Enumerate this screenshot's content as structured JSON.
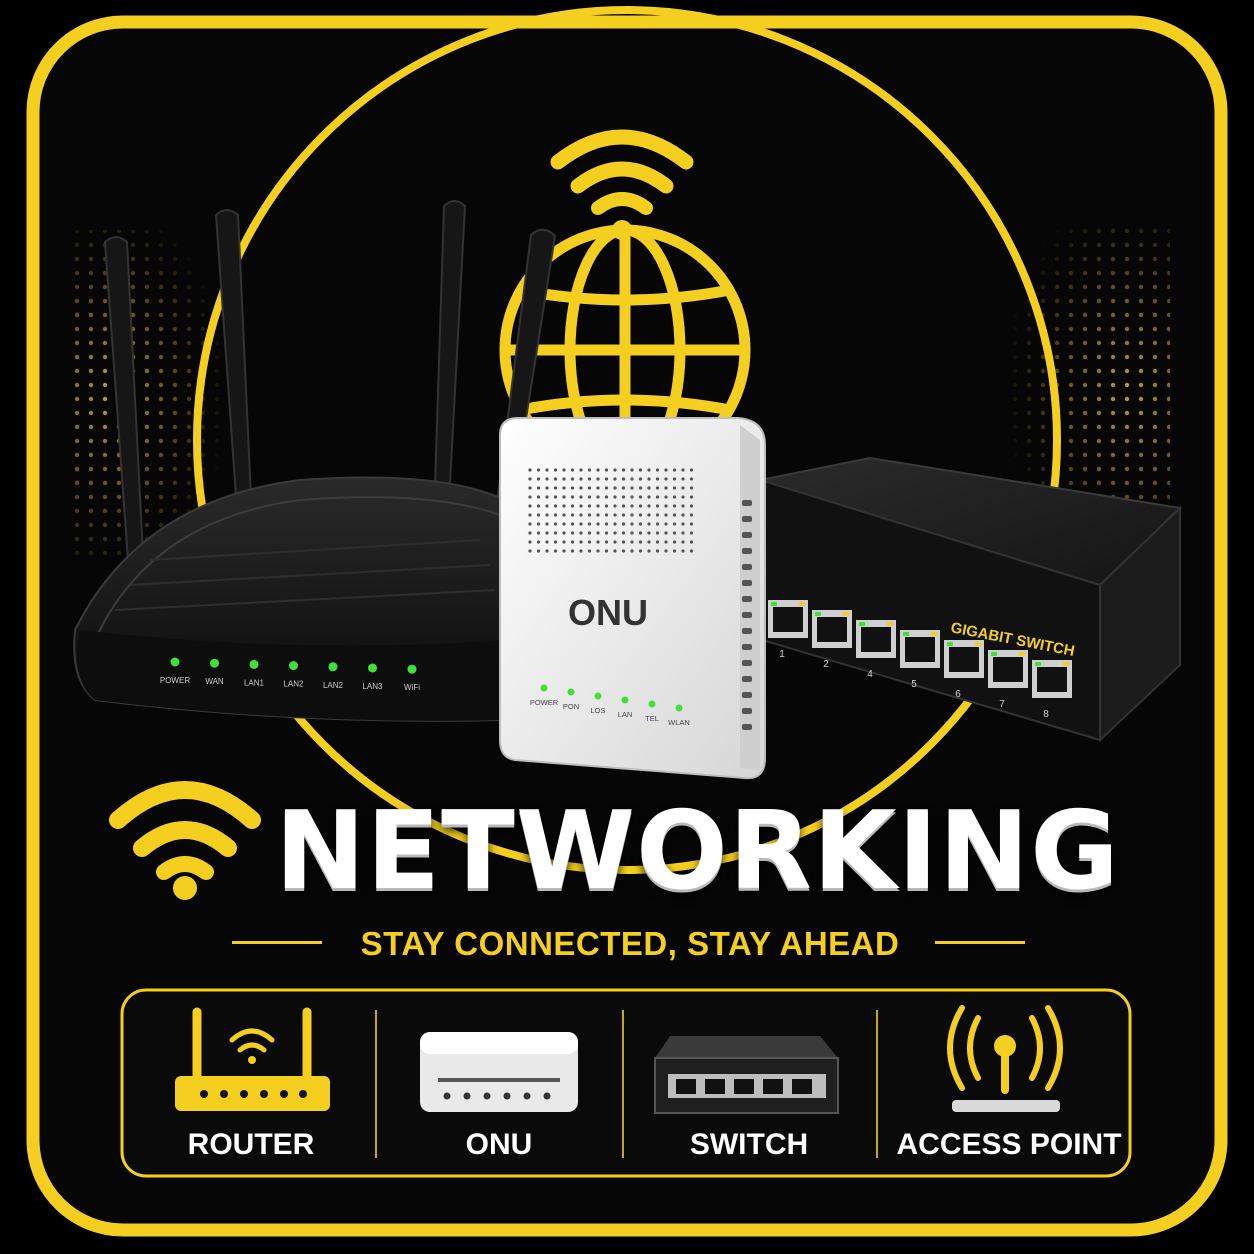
{
  "colors": {
    "accent": "#f5cf1f",
    "background": "#050505",
    "text": "#ffffff"
  },
  "headline": "NETWORKING",
  "tagline": "STAY CONNECTED, STAY AHEAD",
  "router": {
    "leds": [
      "POWER",
      "WAN",
      "LAN1",
      "LAN2",
      "LAN2",
      "LAN3",
      "WiFi"
    ]
  },
  "onu": {
    "label": "ONU",
    "leds": [
      "POWER",
      "PON",
      "LOS",
      "LAN",
      "TEL",
      "WLAN"
    ]
  },
  "switch": {
    "label": "GIGABIT SWITCH",
    "ports": [
      "1",
      "2",
      "4",
      "5",
      "6",
      "7",
      "8"
    ]
  },
  "categories": [
    {
      "icon": "router-icon",
      "label": "ROUTER"
    },
    {
      "icon": "onu-icon",
      "label": "ONU"
    },
    {
      "icon": "switch-icon",
      "label": "SWITCH"
    },
    {
      "icon": "access-point-icon",
      "label": "ACCESS POINT"
    }
  ],
  "icons": [
    "wifi-icon",
    "globe-icon",
    "wifi-large-icon"
  ]
}
